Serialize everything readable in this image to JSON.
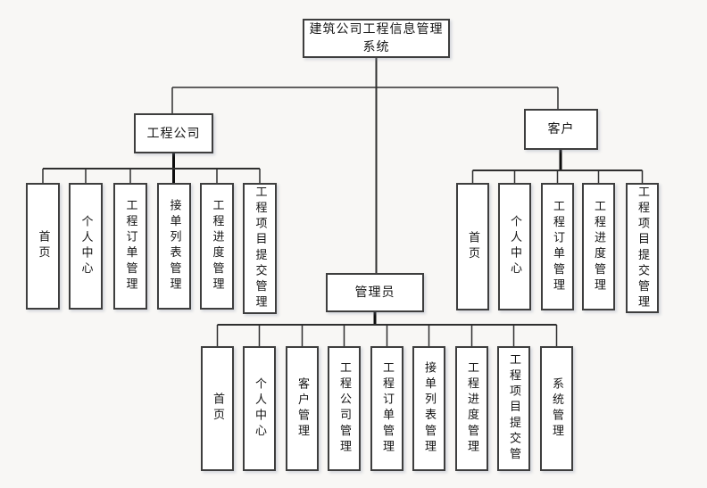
{
  "diagram": {
    "root": {
      "label": "建筑公司工程信息管理系统",
      "lines": [
        "建筑公司工程信息管理",
        "系统"
      ]
    },
    "branches": [
      {
        "label": "工程公司",
        "children": [
          "首页",
          "个人中心",
          "工程订单管理",
          "接单列表管理",
          "工程进度管理",
          "工程项目提交管理"
        ]
      },
      {
        "label": "客户",
        "children": [
          "首页",
          "个人中心",
          "工程订单管理",
          "工程进度管理",
          "工程项目提交管理"
        ]
      },
      {
        "label": "管理员",
        "children": [
          "首页",
          "个人中心",
          "客户管理",
          "工程公司管理",
          "工程订单管理",
          "接单列表管理",
          "工程进度管理",
          "工程项目提交管",
          "系统管理"
        ]
      }
    ],
    "colors": {
      "background": "#f8f7f5",
      "node_fill": "#ffffff",
      "node_border": "#3e3e3e",
      "line": "#2f2f2f"
    }
  }
}
